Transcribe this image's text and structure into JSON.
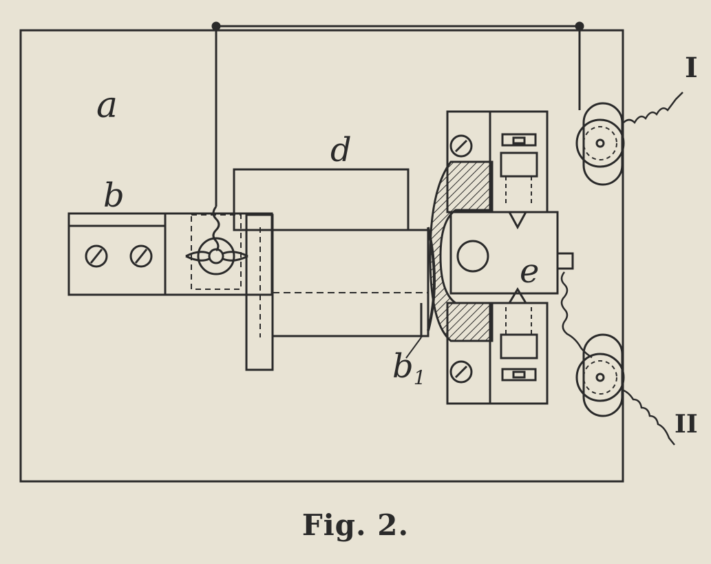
{
  "caption": "Fig. 2.",
  "labels": {
    "a": "a",
    "b": "b",
    "b1_main": "b",
    "b1_sub": "1",
    "d": "d",
    "e": "e",
    "I": "I",
    "II": "II"
  },
  "colors": {
    "paper": "#e8e3d4",
    "ink": "#2a2a2a"
  }
}
